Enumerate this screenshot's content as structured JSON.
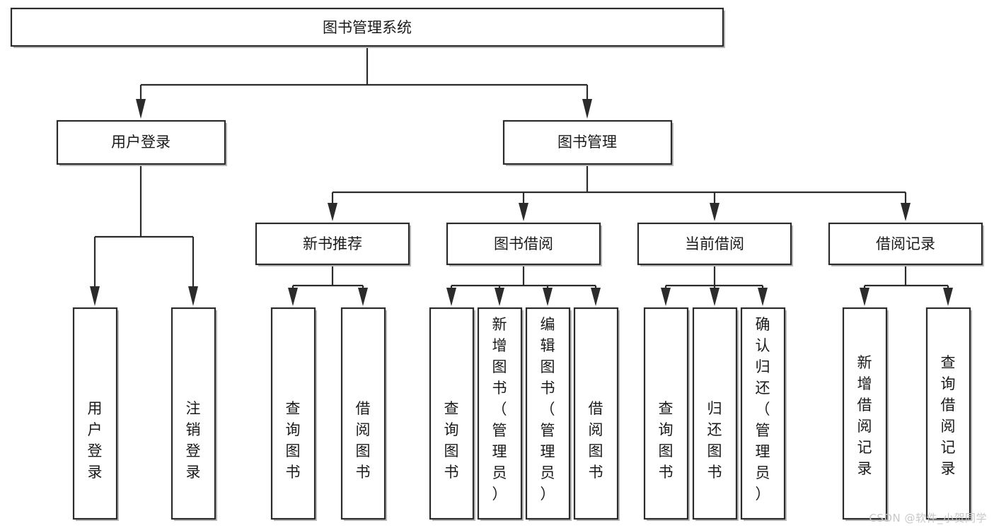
{
  "diagram": {
    "type": "tree-hierarchy",
    "title": "图书管理系统",
    "watermark": "CSDN @软件_小贺同学",
    "colors": {
      "box_stroke": "#2b2b2b",
      "box_fill": "#ffffff",
      "connector": "#2b2b2b",
      "text": "#1a1a1a",
      "watermark": "#c8c8c8",
      "background": "#ffffff"
    },
    "levels": {
      "root": {
        "label": "图书管理系统"
      },
      "level2": [
        {
          "label": "用户登录"
        },
        {
          "label": "图书管理"
        }
      ],
      "level3": [
        {
          "label": "新书推荐"
        },
        {
          "label": "图书借阅"
        },
        {
          "label": "当前借阅"
        },
        {
          "label": "借阅记录"
        }
      ],
      "leaves": {
        "user_login": [
          {
            "label": "用户登录"
          },
          {
            "label": "注销登录"
          }
        ],
        "new_book": [
          {
            "label": "查询图书"
          },
          {
            "label": "借阅图书"
          }
        ],
        "book_borrow": [
          {
            "label": "查询图书"
          },
          {
            "label": "新增图书（管理员）"
          },
          {
            "label": "编辑图书（管理员）"
          },
          {
            "label": "借阅图书"
          }
        ],
        "current_borrow": [
          {
            "label": "查询图书"
          },
          {
            "label": "归还图书"
          },
          {
            "label": "确认归还（管理员）"
          }
        ],
        "borrow_record": [
          {
            "label": "新增借阅记录"
          },
          {
            "label": "查询借阅记录"
          }
        ]
      }
    }
  }
}
